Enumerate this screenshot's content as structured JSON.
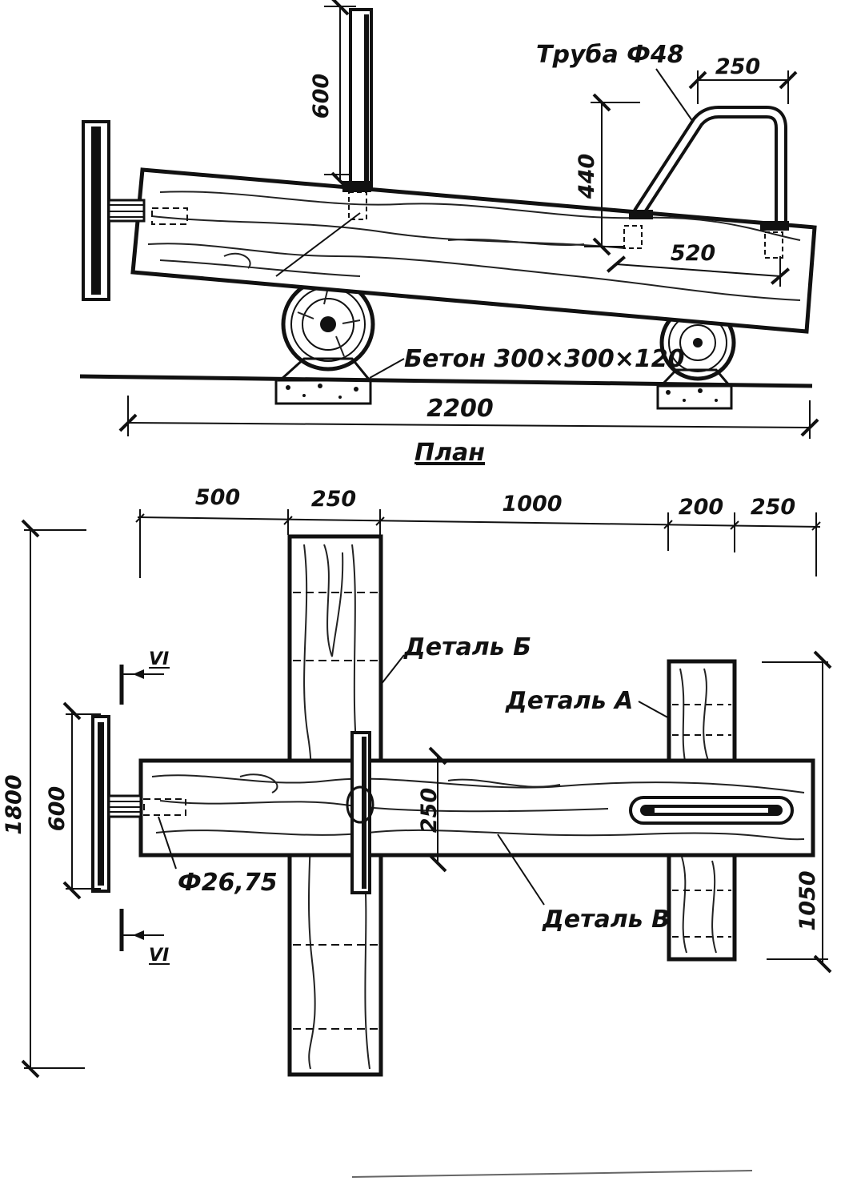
{
  "elevation": {
    "pipe_label": "Труба Ф48",
    "dim_handle_height": "600",
    "dim_seat_width": "250",
    "dim_seat_height": "440",
    "dim_seat_span": "520",
    "concrete_label": "Бетон 300×300×120",
    "dim_overall_length": "2200"
  },
  "plan": {
    "title": "План",
    "dim_nose": "500",
    "dim_front_beam": "250",
    "dim_middle": "1000",
    "dim_gap": "200",
    "dim_rear_beam": "250",
    "dim_total_width": "1800",
    "dim_wheel_width": "600",
    "dim_log_width": "250",
    "dim_rear_length": "1050",
    "detail_a": "Деталь А",
    "detail_b": "Деталь Б",
    "detail_v": "Деталь В",
    "pipe_diameter": "Ф26,75",
    "section_top": "VI",
    "section_bottom": "VI"
  }
}
